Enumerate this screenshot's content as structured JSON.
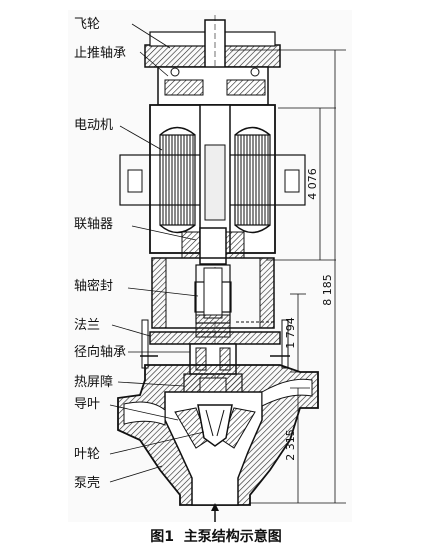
{
  "labels": {
    "flywheel": "飞轮",
    "thrust_bearing": "止推轴承",
    "motor": "电动机",
    "coupling": "联轴器",
    "shaft_seal": "轴密封",
    "flange": "法兰",
    "radial_bearing": "径向轴承",
    "thermal_barrier": "热屏障",
    "guide_vane": "导叶",
    "impeller": "叶轮",
    "pump_casing": "泵壳"
  },
  "dimensions": {
    "motor_height": "4 076",
    "total_height": "8 185",
    "seal_height": "1 794",
    "casing_height": "2 315"
  },
  "caption": {
    "fig_no": "图1",
    "title": "主泵结构示意图"
  }
}
